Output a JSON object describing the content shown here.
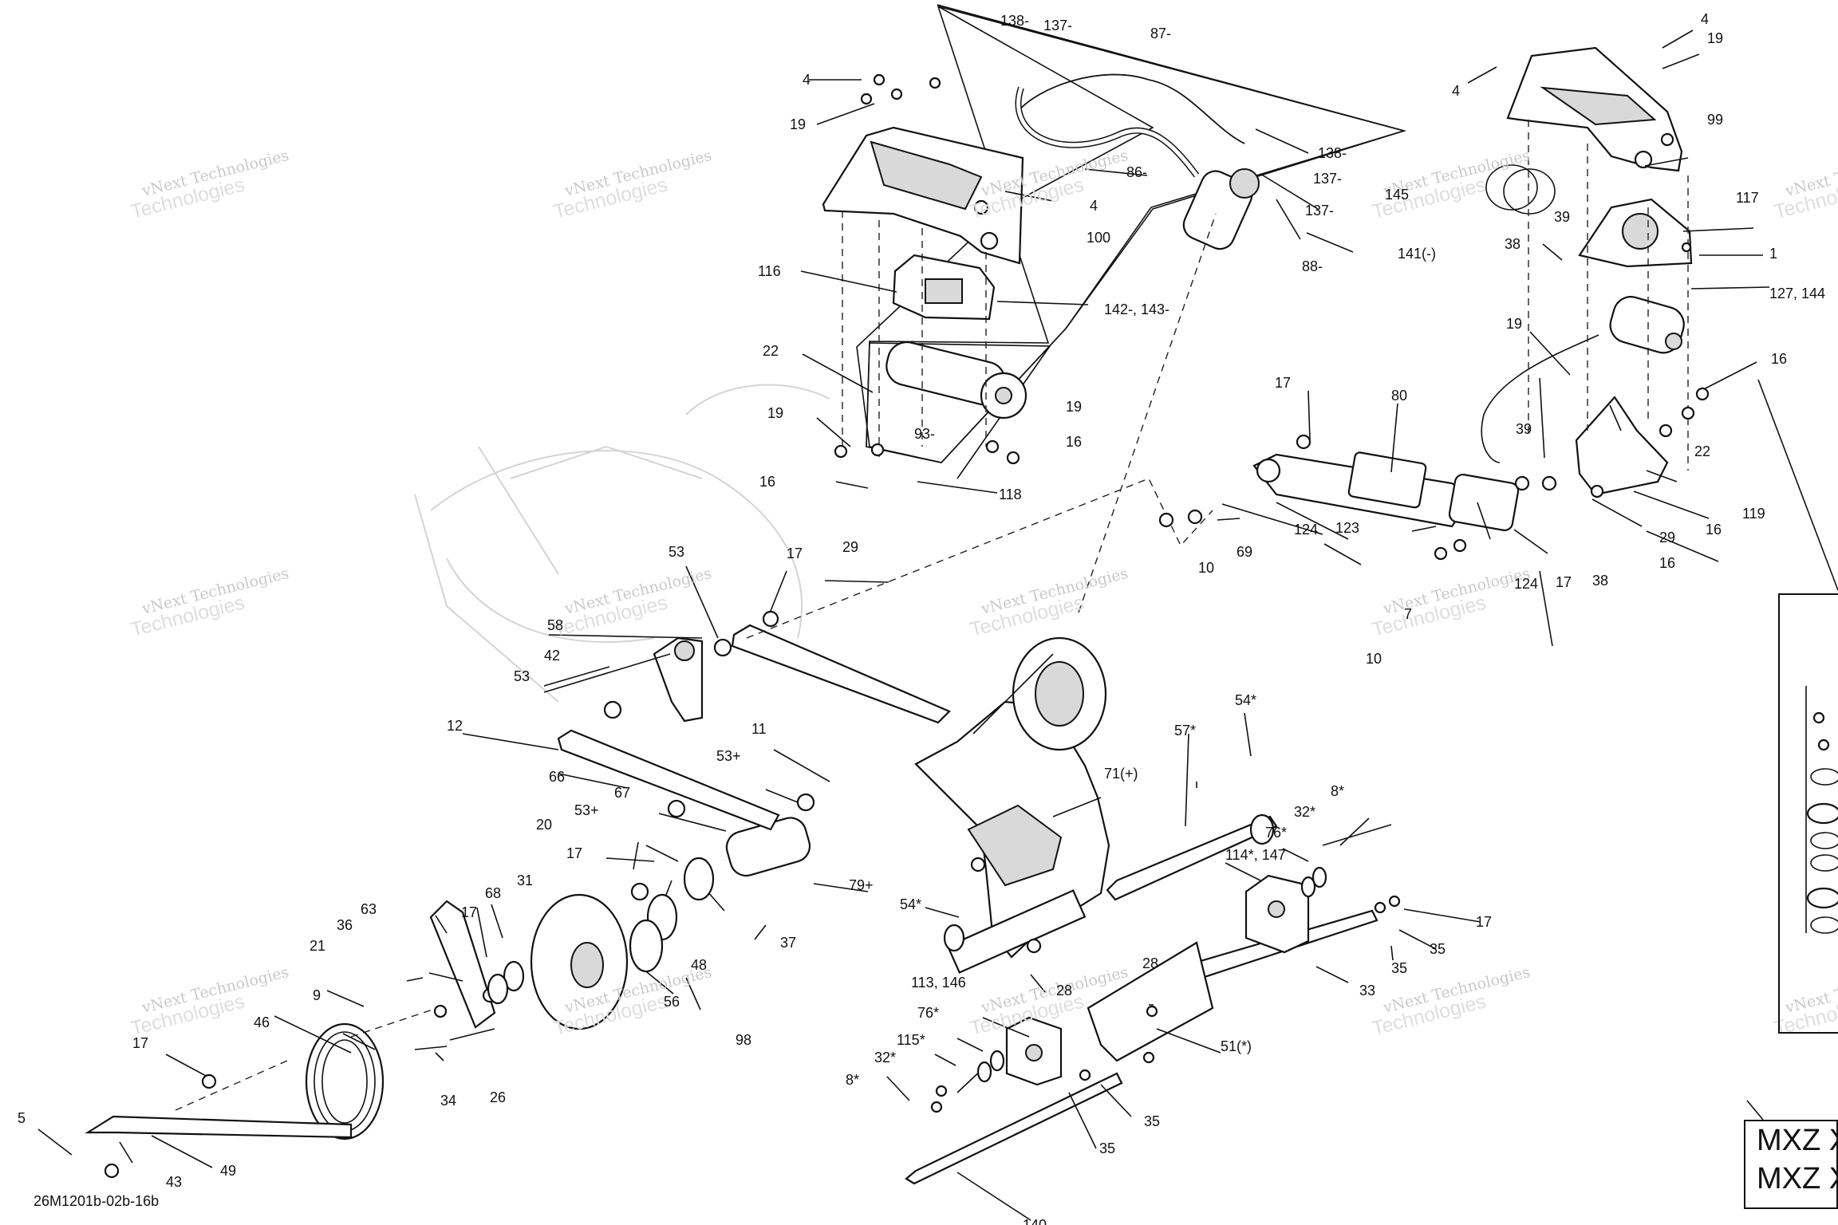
{
  "figure": {
    "reference": "26M1201b-02b-16b"
  },
  "watermark": {
    "line1": "vNext Technologies",
    "line2": "Technologies"
  },
  "model_box": {
    "line1": "MXZ X",
    "line2": "MXZ X"
  },
  "callouts": [
    {
      "id": "c1",
      "text": "138-"
    },
    {
      "id": "c2",
      "text": "137-"
    },
    {
      "id": "c3",
      "text": "87-"
    },
    {
      "id": "c4",
      "text": "4"
    },
    {
      "id": "c5",
      "text": "19"
    },
    {
      "id": "c6",
      "text": "86-"
    },
    {
      "id": "c7",
      "text": "138-"
    },
    {
      "id": "c8",
      "text": "137-"
    },
    {
      "id": "c9",
      "text": "137-"
    },
    {
      "id": "c10",
      "text": "4"
    },
    {
      "id": "c11",
      "text": "100"
    },
    {
      "id": "c12",
      "text": "88-"
    },
    {
      "id": "c13",
      "text": "141(-)"
    },
    {
      "id": "c14",
      "text": "116"
    },
    {
      "id": "c15",
      "text": "142-, 143-"
    },
    {
      "id": "c16",
      "text": "22"
    },
    {
      "id": "c17",
      "text": "19"
    },
    {
      "id": "c18",
      "text": "93-"
    },
    {
      "id": "c19",
      "text": "19"
    },
    {
      "id": "c20",
      "text": "16"
    },
    {
      "id": "c21",
      "text": "16"
    },
    {
      "id": "c22",
      "text": "118"
    },
    {
      "id": "c23",
      "text": "29"
    },
    {
      "id": "c24",
      "text": "4"
    },
    {
      "id": "c25",
      "text": "19"
    },
    {
      "id": "c26",
      "text": "4"
    },
    {
      "id": "c27",
      "text": "99"
    },
    {
      "id": "c28",
      "text": "145"
    },
    {
      "id": "c29",
      "text": "117"
    },
    {
      "id": "c30",
      "text": "39"
    },
    {
      "id": "c31",
      "text": "38"
    },
    {
      "id": "c32",
      "text": "1"
    },
    {
      "id": "c33",
      "text": "127, 144"
    },
    {
      "id": "c34",
      "text": "19"
    },
    {
      "id": "c35",
      "text": "16"
    },
    {
      "id": "c36",
      "text": "17"
    },
    {
      "id": "c37",
      "text": "80"
    },
    {
      "id": "c38",
      "text": "22"
    },
    {
      "id": "c39",
      "text": "39"
    },
    {
      "id": "c40",
      "text": "119"
    },
    {
      "id": "c41",
      "text": "16"
    },
    {
      "id": "c42",
      "text": "29"
    },
    {
      "id": "c43",
      "text": "124"
    },
    {
      "id": "c44",
      "text": "123"
    },
    {
      "id": "c45",
      "text": "10"
    },
    {
      "id": "c46",
      "text": "69"
    },
    {
      "id": "c47",
      "text": "17"
    },
    {
      "id": "c48",
      "text": "38"
    },
    {
      "id": "c49",
      "text": "16"
    },
    {
      "id": "c50",
      "text": "124"
    },
    {
      "id": "c51",
      "text": "7"
    },
    {
      "id": "c52",
      "text": "10"
    },
    {
      "id": "c53",
      "text": "53"
    },
    {
      "id": "c54",
      "text": "17"
    },
    {
      "id": "c55",
      "text": "58"
    },
    {
      "id": "c56",
      "text": "42"
    },
    {
      "id": "c57",
      "text": "53"
    },
    {
      "id": "c58",
      "text": "12"
    },
    {
      "id": "c59",
      "text": "66"
    },
    {
      "id": "c60",
      "text": "11"
    },
    {
      "id": "c61",
      "text": "53+"
    },
    {
      "id": "c62",
      "text": "67"
    },
    {
      "id": "c63",
      "text": "53+"
    },
    {
      "id": "c64",
      "text": "20"
    },
    {
      "id": "c65",
      "text": "17"
    },
    {
      "id": "c66",
      "text": "54*"
    },
    {
      "id": "c67",
      "text": "57*"
    },
    {
      "id": "c68",
      "text": "71(+)"
    },
    {
      "id": "c69",
      "text": "8*"
    },
    {
      "id": "c70",
      "text": "32*"
    },
    {
      "id": "c71",
      "text": "76*"
    },
    {
      "id": "c72",
      "text": "114*, 147"
    },
    {
      "id": "c73",
      "text": "79+"
    },
    {
      "id": "c74",
      "text": "54*"
    },
    {
      "id": "c75",
      "text": "37"
    },
    {
      "id": "c76",
      "text": "48"
    },
    {
      "id": "c77",
      "text": "56"
    },
    {
      "id": "c78",
      "text": "98"
    },
    {
      "id": "c79",
      "text": "31"
    },
    {
      "id": "c80",
      "text": "68"
    },
    {
      "id": "c81",
      "text": "17"
    },
    {
      "id": "c82",
      "text": "36"
    },
    {
      "id": "c83",
      "text": "63"
    },
    {
      "id": "c84",
      "text": "21"
    },
    {
      "id": "c85",
      "text": "9"
    },
    {
      "id": "c86",
      "text": "46"
    },
    {
      "id": "c87",
      "text": "17"
    },
    {
      "id": "c88",
      "text": "34"
    },
    {
      "id": "c89",
      "text": "26"
    },
    {
      "id": "c90",
      "text": "5"
    },
    {
      "id": "c91",
      "text": "43"
    },
    {
      "id": "c92",
      "text": "49"
    },
    {
      "id": "c93",
      "text": "28"
    },
    {
      "id": "c94",
      "text": "28"
    },
    {
      "id": "c95",
      "text": "113, 146"
    },
    {
      "id": "c96",
      "text": "76*"
    },
    {
      "id": "c97",
      "text": "115*"
    },
    {
      "id": "c98",
      "text": "32*"
    },
    {
      "id": "c99",
      "text": "8*"
    },
    {
      "id": "c100",
      "text": "33"
    },
    {
      "id": "c101",
      "text": "17"
    },
    {
      "id": "c102",
      "text": "35"
    },
    {
      "id": "c103",
      "text": "35"
    },
    {
      "id": "c104",
      "text": "51(*)"
    },
    {
      "id": "c105",
      "text": "35"
    },
    {
      "id": "c106",
      "text": "35"
    },
    {
      "id": "c107",
      "text": "140"
    }
  ]
}
